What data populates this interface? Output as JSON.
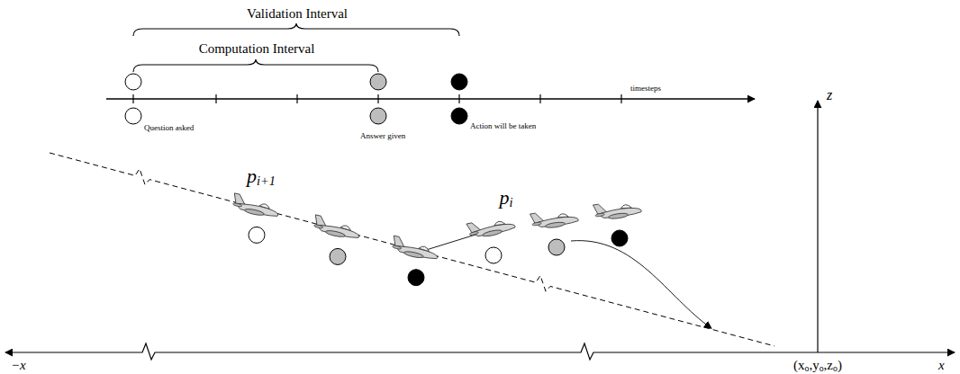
{
  "diagram": {
    "labels": [
      "Validation Interval",
      "Computation Interval",
      "timesteps",
      "Question asked",
      "Answer given",
      "Action will be taken",
      "pi+1",
      "pi",
      "z",
      "−x",
      "x",
      "(xo,yo,zo)"
    ]
  }
}
